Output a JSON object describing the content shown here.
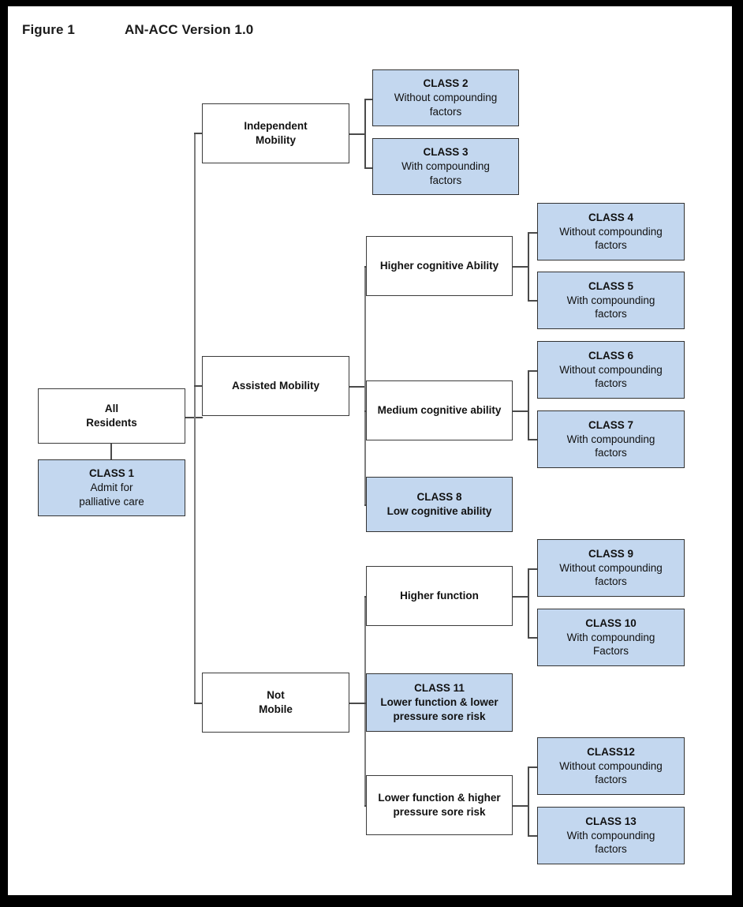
{
  "figure": {
    "label": "Figure 1",
    "title": "AN-ACC Version 1.0"
  },
  "colors": {
    "leaf_fill": "#c3d7ef",
    "node_border": "#3b3b3b",
    "connector": "#4a4a4a",
    "page_background": "#ffffff",
    "frame_border": "#000000"
  },
  "nodes": {
    "root": {
      "line1": "All",
      "line2": "Residents"
    },
    "class1": {
      "title": "CLASS 1",
      "line1": "Admit for",
      "line2": "palliative care"
    },
    "independent_mobility": {
      "line1": "Independent",
      "line2": "Mobility"
    },
    "assisted_mobility": {
      "line1": "Assisted Mobility"
    },
    "not_mobile": {
      "line1": "Not",
      "line2": "Mobile"
    },
    "higher_cognitive": {
      "line1": "Higher cognitive Ability"
    },
    "medium_cognitive": {
      "line1": "Medium cognitive ability"
    },
    "class8": {
      "title": "CLASS 8",
      "line1": "Low cognitive ability"
    },
    "higher_function": {
      "line1": "Higher function"
    },
    "class11": {
      "title": "CLASS 11",
      "line1": "Lower function & lower",
      "line2": "pressure sore risk"
    },
    "lower_function_higher_risk": {
      "line1": "Lower function & higher",
      "line2": "pressure sore risk"
    },
    "class2": {
      "title": "CLASS 2",
      "line1": "Without compounding",
      "line2": "factors"
    },
    "class3": {
      "title": "CLASS 3",
      "line1": "With compounding",
      "line2": "factors"
    },
    "class4": {
      "title": "CLASS 4",
      "line1": "Without  compounding",
      "line2": "factors"
    },
    "class5": {
      "title": "CLASS 5",
      "line1": "With compounding",
      "line2": "factors"
    },
    "class6": {
      "title": "CLASS 6",
      "line1": "Without compounding",
      "line2": "factors"
    },
    "class7": {
      "title": "CLASS 7",
      "line1": "With compounding",
      "line2": "factors"
    },
    "class9": {
      "title": "CLASS 9",
      "line1": "Without compounding",
      "line2": "factors"
    },
    "class10": {
      "title": "CLASS 10",
      "line1": "With compounding",
      "line2": "Factors"
    },
    "class12": {
      "title": "CLASS12",
      "line1": "Without compounding",
      "line2": "factors"
    },
    "class13": {
      "title": "CLASS 13",
      "line1": "With compounding",
      "line2": "factors"
    }
  },
  "chart_data": {
    "type": "tree-diagram",
    "title": "AN-ACC Version 1.0",
    "orientation": "left-to-right",
    "leaf_style": "blue filled box",
    "branch_style": "white box",
    "tree": {
      "name": "All Residents",
      "children": [
        {
          "name": "CLASS 1 Admit for palliative care",
          "leaf": true
        },
        {
          "name": "Independent Mobility",
          "children": [
            {
              "name": "CLASS 2 Without compounding factors",
              "leaf": true
            },
            {
              "name": "CLASS 3 With compounding factors",
              "leaf": true
            }
          ]
        },
        {
          "name": "Assisted Mobility",
          "children": [
            {
              "name": "Higher cognitive Ability",
              "children": [
                {
                  "name": "CLASS 4 Without  compounding factors",
                  "leaf": true
                },
                {
                  "name": "CLASS 5 With compounding factors",
                  "leaf": true
                }
              ]
            },
            {
              "name": "Medium cognitive ability",
              "children": [
                {
                  "name": "CLASS 6 Without compounding factors",
                  "leaf": true
                },
                {
                  "name": "CLASS 7 With compounding factors",
                  "leaf": true
                }
              ]
            },
            {
              "name": "CLASS 8 Low cognitive ability",
              "leaf": true
            }
          ]
        },
        {
          "name": "Not Mobile",
          "children": [
            {
              "name": "Higher function",
              "children": [
                {
                  "name": "CLASS 9 Without compounding factors",
                  "leaf": true
                },
                {
                  "name": "CLASS 10 With compounding Factors",
                  "leaf": true
                }
              ]
            },
            {
              "name": "CLASS 11 Lower function & lower pressure sore risk",
              "leaf": true
            },
            {
              "name": "Lower function & higher pressure sore risk",
              "children": [
                {
                  "name": "CLASS12 Without compounding factors",
                  "leaf": true
                },
                {
                  "name": "CLASS 13 With compounding factors",
                  "leaf": true
                }
              ]
            }
          ]
        }
      ]
    }
  }
}
